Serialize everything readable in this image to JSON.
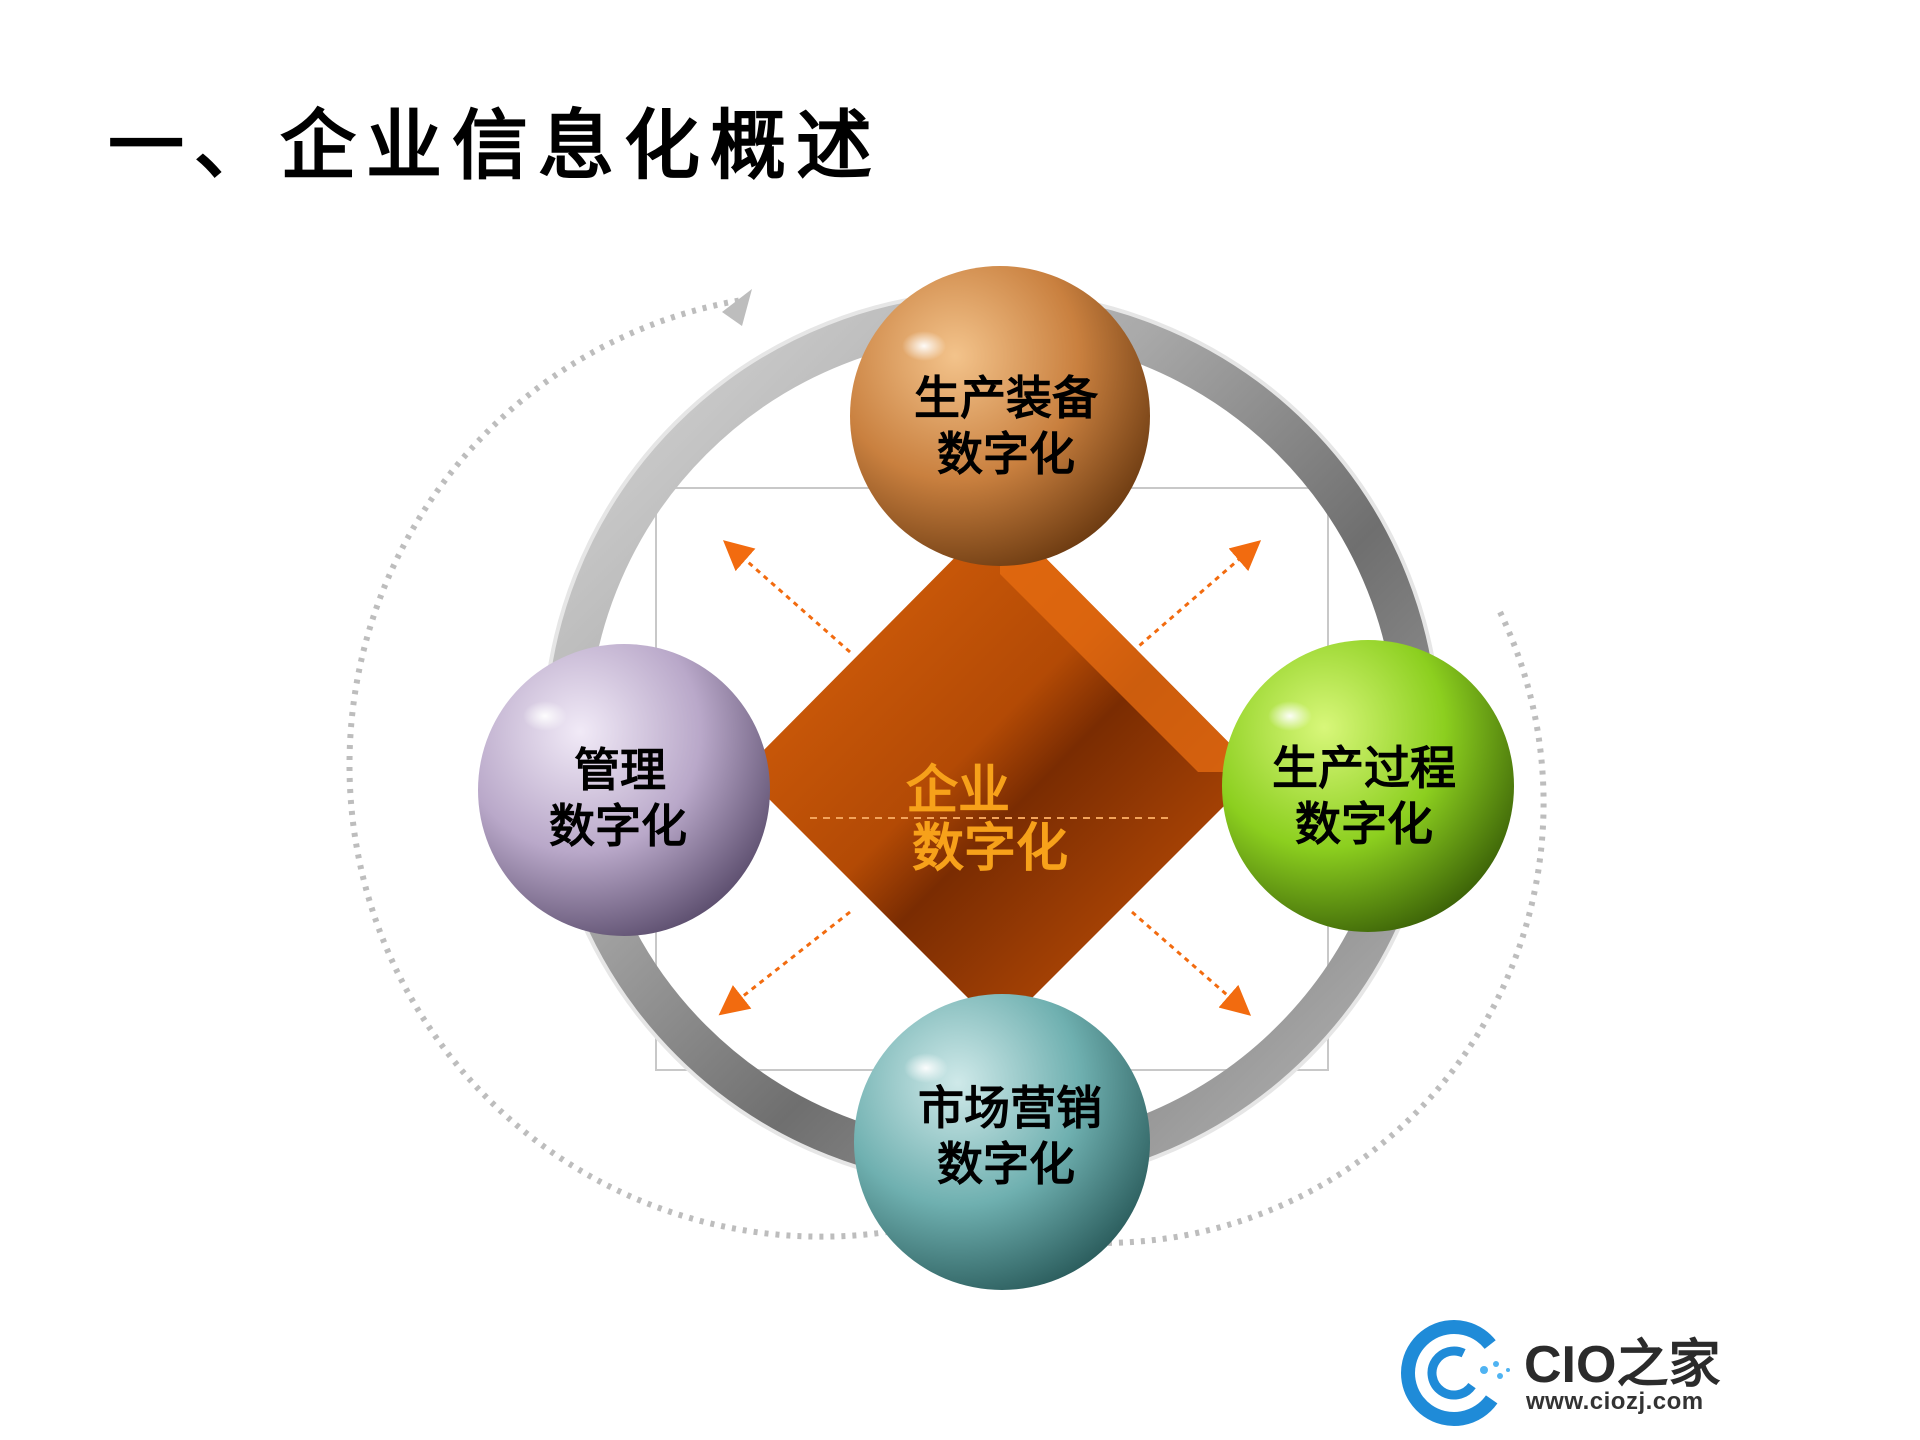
{
  "slide": {
    "title": "一、企业信息化概述"
  },
  "diagram": {
    "center": {
      "line1": "企业",
      "line2": "数字化"
    },
    "nodes": {
      "top": {
        "line1": "生产装备",
        "line2": "数字化"
      },
      "left": {
        "line1": "管理",
        "line2": "数字化"
      },
      "right": {
        "line1": "生产过程",
        "line2": "数字化"
      },
      "bottom": {
        "line1": "市场营销",
        "line2": "数字化"
      }
    }
  },
  "logo": {
    "name": "CIO之家",
    "url": "www.ciozj.com"
  },
  "colors": {
    "diamond": "#d65a08",
    "diamond_dark": "#7a2c02",
    "center_text": "#f7a11a",
    "ring": "#a7a7a7",
    "node_top": "#c9803f",
    "node_left": "#b9a8c9",
    "node_right": "#8ccf1f",
    "node_bottom": "#6fb0b0",
    "logo_blue": "#1f8bd8"
  },
  "icons": {
    "logo_mark": "cio-logo-icon"
  }
}
